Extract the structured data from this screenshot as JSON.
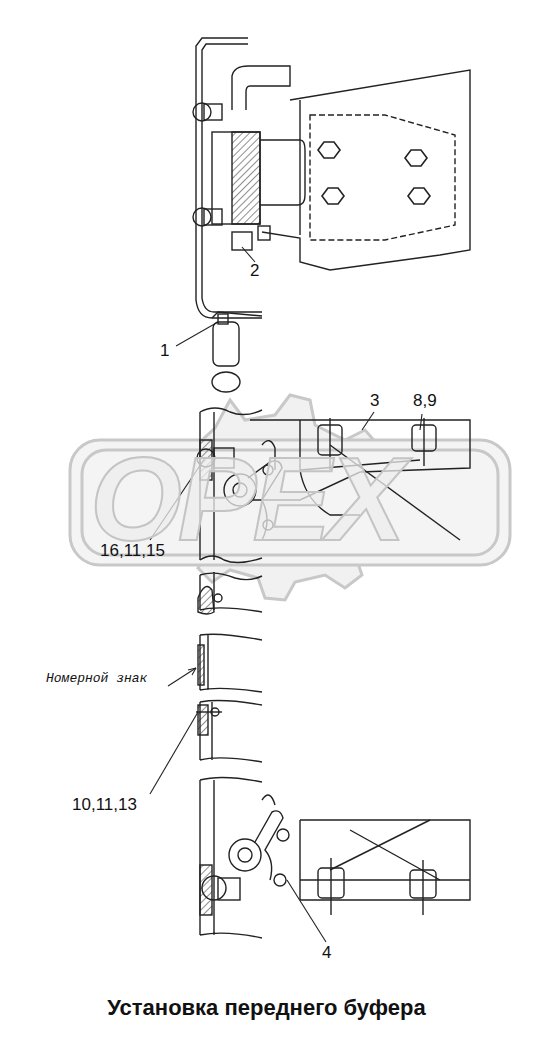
{
  "diagram": {
    "title": "Установка переднего буфера",
    "labels": [
      "OPEX",
      "2",
      "1",
      "3",
      "8,9",
      "16,11,15",
      "Номерной знак",
      "10,11,13",
      "4"
    ]
  }
}
